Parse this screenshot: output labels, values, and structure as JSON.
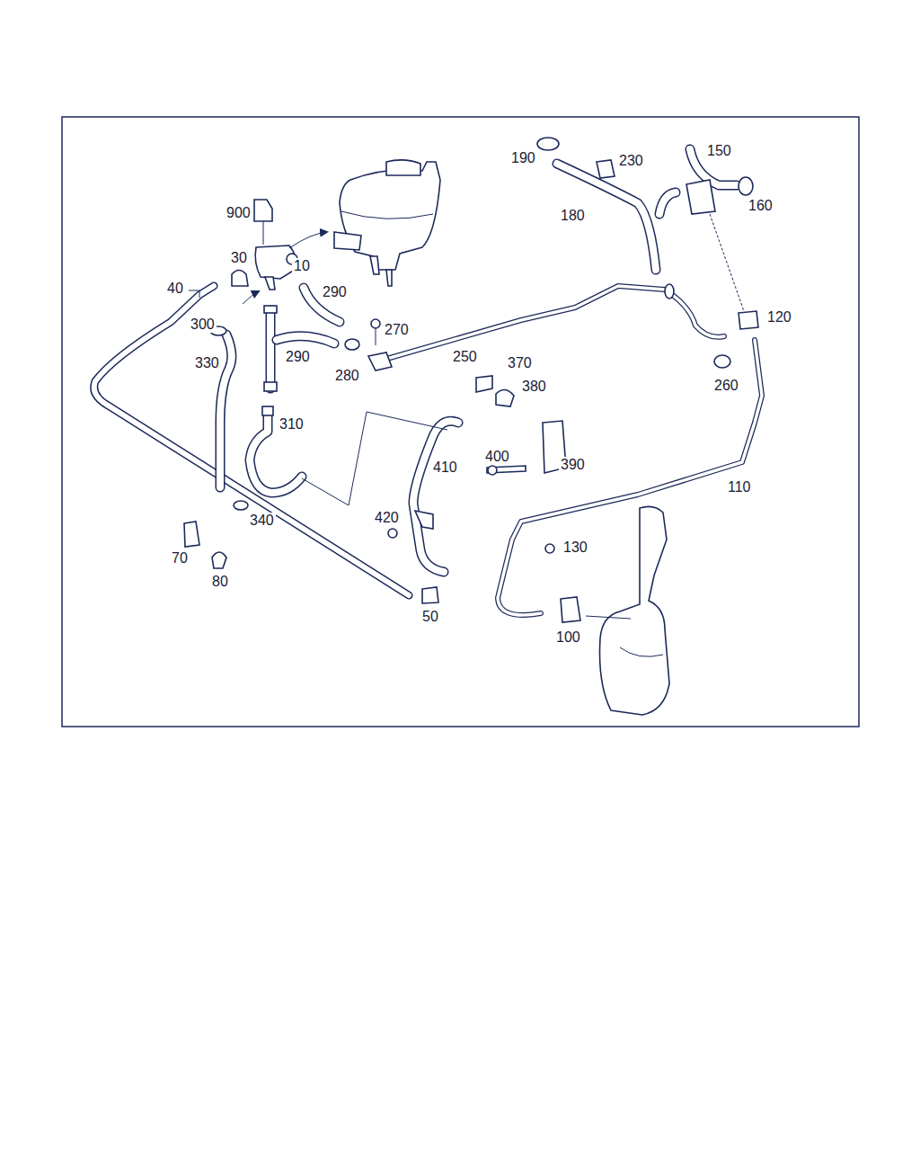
{
  "diagram": {
    "labels": [
      "190",
      "230",
      "150",
      "160",
      "180",
      "900",
      "30",
      "10",
      "40",
      "290",
      "270",
      "300",
      "120",
      "290",
      "250",
      "370",
      "330",
      "280",
      "260",
      "380",
      "310",
      "400",
      "390",
      "410",
      "110",
      "340",
      "420",
      "130",
      "70",
      "80",
      "50",
      "100"
    ]
  }
}
